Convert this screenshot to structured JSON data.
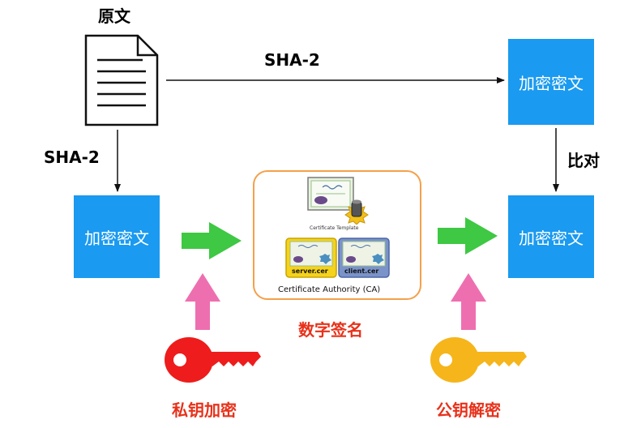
{
  "original_text": {
    "label": "原文",
    "icon": "document-icon"
  },
  "hash_top": {
    "label": "SHA-2"
  },
  "hash_left": {
    "label": "SHA-2"
  },
  "compare": {
    "label": "比对"
  },
  "box_top_right": {
    "label": "加密密文"
  },
  "box_left": {
    "label": "加密密文"
  },
  "box_bottom_right": {
    "label": "加密密文"
  },
  "ca": {
    "template_label": "Certificate Template",
    "server_cert": "server.cer",
    "client_cert": "client.cer",
    "authority_label": "Certificate Authority (CA)"
  },
  "digital_signature": {
    "label": "数字签名"
  },
  "private_key": {
    "label": "私钥加密",
    "color": "#ee1c1c"
  },
  "public_key": {
    "label": "公钥解密",
    "color": "#f5b51b"
  },
  "colors": {
    "box_blue": "#1a9af0",
    "arrow_green": "#3ec843",
    "arrow_pink": "#ee6fb0",
    "ca_border": "#f5a04a",
    "signature_red": "#e8311a"
  }
}
